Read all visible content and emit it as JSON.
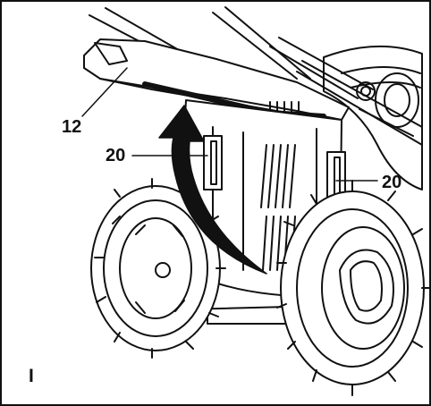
{
  "figure": {
    "label": "I",
    "callouts": [
      "12",
      "20",
      "20"
    ],
    "depicted": [
      "lawn-mower-rear-view",
      "grass-catcher-flap",
      "handle-brackets",
      "rear-wheels",
      "lift-direction-arrow"
    ]
  }
}
